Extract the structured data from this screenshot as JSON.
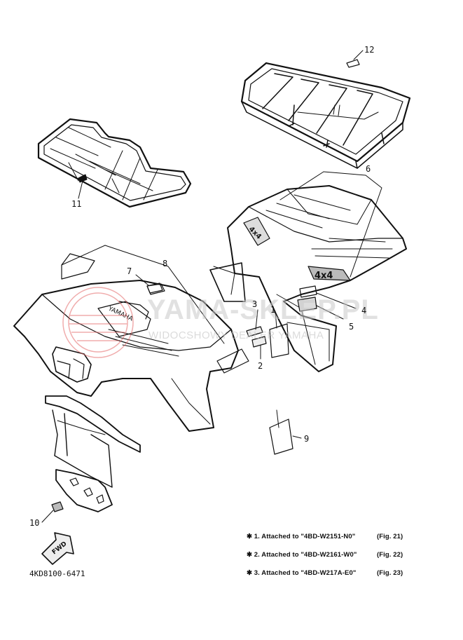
{
  "callouts": {
    "c1": "1",
    "c2": "2",
    "c3": "3",
    "c4": "4",
    "c5": "5",
    "c6": "6",
    "c7": "7",
    "c8": "8",
    "c9": "9",
    "c10": "10",
    "c11": "11",
    "c12": "12"
  },
  "notes": [
    {
      "text": "✱ 1. Attached to \"4BD-W2151-N0\"",
      "fig": "(Fig. 21)"
    },
    {
      "text": "✱ 2. Attached to \"4BD-W2161-W0\"",
      "fig": "(Fig. 22)"
    },
    {
      "text": "✱ 3. Attached to \"4BD-W217A-E0\"",
      "fig": "(Fig. 23)"
    }
  ],
  "part_code": "4KD8100-6471",
  "labels": {
    "fwd": "FWD",
    "yamaha_logo": "YAMAHA",
    "badge_4x4": "4x4"
  },
  "watermark": {
    "main": "YAMA-SKLEP.PL",
    "sub": "WIDOCSHOWY DEALER YAMAHA"
  },
  "colors": {
    "line": "#111111",
    "watermark_red": "#e46a6a"
  }
}
